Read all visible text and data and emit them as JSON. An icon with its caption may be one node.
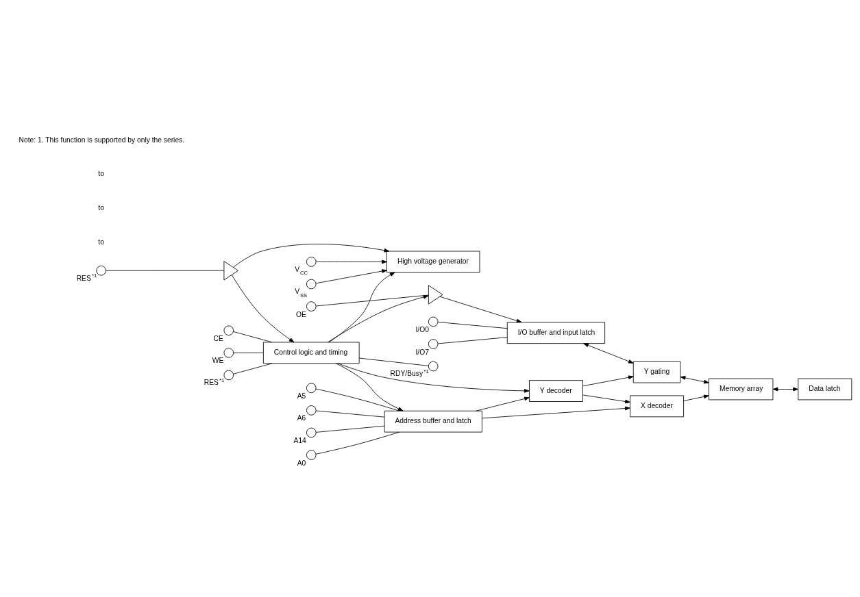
{
  "diagram": {
    "nodes": [
      {
        "text": [
          "High voltage generator"
        ]
      },
      {
        "text": [
          "I/O buffer and input latch"
        ]
      },
      {
        "text": [
          "Control logic and timing"
        ]
      },
      {
        "text": [
          "Address buffer and latch"
        ]
      },
      {
        "text": [
          "Y decoder"
        ]
      },
      {
        "text": [
          "Y gating"
        ]
      },
      {
        "text": [
          "X decoder"
        ]
      },
      {
        "text": [
          "Memory array"
        ]
      },
      {
        "text": [
          "Data latch"
        ]
      },
      {
        "text": [],
        "shape": "triangle"
      },
      {
        "text": [],
        "shape": "triangle"
      },
      {
        "text": [],
        "shape": "circle",
        "beside": [
          "V$_{CC}$"
        ]
      },
      {
        "text": [],
        "shape": "circle",
        "beside": [
          "V$_{SS}$"
        ]
      },
      {
        "text": [],
        "shape": "circle",
        "beside": [
          "RES$^{*1}$"
        ]
      },
      {
        "text": [],
        "shape": "circle",
        "beside": [
          "OE"
        ]
      },
      {
        "text": [],
        "shape": "circle",
        "beside": [
          "CE"
        ]
      },
      {
        "text": [],
        "shape": "circle",
        "beside": [
          "WE"
        ]
      },
      {
        "text": [],
        "shape": "circle",
        "beside": [
          "RES$^{*1}$"
        ]
      },
      {
        "text": [],
        "shape": "circle",
        "beside": [
          "A0"
        ]
      },
      {
        "text": [],
        "shape": "circle",
        "beside": [
          "A5"
        ]
      },
      {
        "text": [],
        "shape": "circle",
        "beside": [
          "A6"
        ]
      },
      {
        "text": [],
        "shape": "circle",
        "beside": [
          "A14"
        ]
      },
      {
        "text": [],
        "shape": "circle",
        "beside": [
          "I/O0"
        ]
      },
      {
        "text": [],
        "shape": "circle",
        "beside": [
          "I/O7"
        ]
      },
      {
        "text": [],
        "shape": "circle",
        "beside": [
          "RDY/Busy$^{*1}$"
        ]
      }
    ],
    "edges": [
      {
        "from": 11,
        "to": 0,
        "arrow": "to"
      },
      {
        "from": 12,
        "to": 0,
        "arrow": "to"
      },
      {
        "from": 13,
        "to": 9,
        "arrow": "none"
      },
      {
        "from": 14,
        "to": 10,
        "arrow": "none"
      },
      {
        "from": 9,
        "to": 0,
        "arrow": "to"
      },
      {
        "from": 9,
        "to": 2,
        "arrow": "to"
      },
      {
        "from": 10,
        "to": 1,
        "arrow": "to"
      },
      {
        "from": 2,
        "to": 10,
        "arrow": "to"
      },
      {
        "from": 2,
        "to": 0,
        "arrow": "to"
      },
      {
        "from": 15,
        "to": 2,
        "arrow": "none"
      },
      {
        "from": 16,
        "to": 2,
        "arrow": "none"
      },
      {
        "from": 17,
        "to": 2,
        "arrow": "none"
      },
      {
        "from": 2,
        "to": 24,
        "arrow": "none"
      },
      {
        "from": 22,
        "to": 1,
        "arrow": "none"
      },
      {
        "from": 23,
        "to": 1,
        "arrow": "none"
      },
      {
        "from": 2,
        "to": 3,
        "arrow": "to"
      },
      {
        "from": 2,
        "to": 4,
        "arrow": "to"
      },
      {
        "from": 18,
        "to": 3,
        "arrow": "none"
      },
      {
        "from": 19,
        "to": 3,
        "arrow": "none"
      },
      {
        "from": 20,
        "to": 3,
        "arrow": "none"
      },
      {
        "from": 21,
        "to": 3,
        "arrow": "none"
      },
      {
        "from": 3,
        "to": 4,
        "arrow": "to"
      },
      {
        "from": 3,
        "to": 6,
        "arrow": "to"
      },
      {
        "from": 4,
        "to": 5,
        "arrow": "to"
      },
      {
        "from": 4,
        "to": 6,
        "arrow": "to"
      },
      {
        "from": 6,
        "to": 7,
        "arrow": "to"
      },
      {
        "from": 1,
        "to": 5,
        "arrow": "both"
      },
      {
        "from": 5,
        "to": 7,
        "arrow": "both"
      },
      {
        "from": 7,
        "to": 8,
        "arrow": "both"
      }
    ],
    "labels": [
      "to",
      "to",
      "to",
      "Note: 1. This function is supported by only the series."
    ]
  }
}
